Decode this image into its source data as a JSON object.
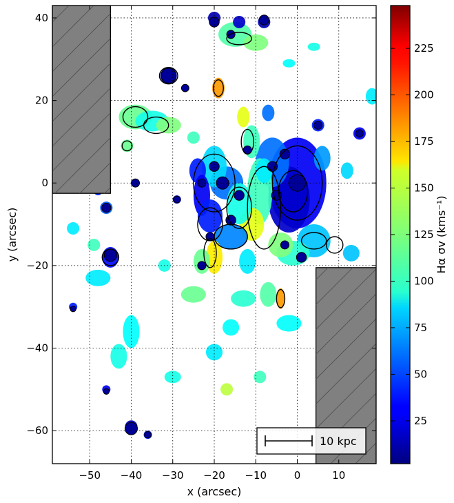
{
  "chart_data": {
    "type": "heatmap",
    "title": "",
    "xlabel": "x (arcsec)",
    "ylabel": "y (arcsec)",
    "xlim": [
      -59,
      19
    ],
    "ylim": [
      -68,
      43
    ],
    "xticks": [
      -50,
      -40,
      -30,
      -20,
      -10,
      0,
      10
    ],
    "yticks": [
      -60,
      -40,
      -20,
      0,
      20,
      40
    ],
    "xtick_labels": [
      "−50",
      "−40",
      "−30",
      "−20",
      "−10",
      "0",
      "10"
    ],
    "ytick_labels": [
      "−60",
      "−40",
      "−20",
      "0",
      "20",
      "40"
    ],
    "grid": true,
    "colorbar": {
      "label": "Hα σv (kms⁻¹)",
      "range": [
        2,
        248
      ],
      "ticks": [
        25,
        50,
        75,
        100,
        125,
        150,
        175,
        200,
        225
      ],
      "colormap": "jet"
    },
    "scale_bar": {
      "label": "10 kpc"
    },
    "masked_regions": [
      {
        "x": [
          -59,
          -45
        ],
        "y": [
          -2.5,
          43
        ]
      },
      {
        "x": [
          4.5,
          19
        ],
        "y": [
          -68,
          -20.5
        ]
      }
    ],
    "emission_blobs": [
      {
        "x": 0,
        "y": 0,
        "rx": 7,
        "ry": 11,
        "sigma": 30
      },
      {
        "x": -2,
        "y": -4,
        "rx": 5,
        "ry": 8,
        "sigma": 20
      },
      {
        "x": -6,
        "y": 5,
        "rx": 4,
        "ry": 6,
        "sigma": 60
      },
      {
        "x": -9,
        "y": -2,
        "rx": 3,
        "ry": 8,
        "sigma": 110
      },
      {
        "x": -11,
        "y": -10,
        "rx": 3,
        "ry": 4,
        "sigma": 150
      },
      {
        "x": -8,
        "y": 3,
        "rx": 2,
        "ry": 3,
        "sigma": 90
      },
      {
        "x": 4,
        "y": -14,
        "rx": 4,
        "ry": 4,
        "sigma": 80
      },
      {
        "x": 6,
        "y": 6,
        "rx": 2,
        "ry": 3,
        "sigma": 70
      },
      {
        "x": -1,
        "y": -17,
        "rx": 4,
        "ry": 3,
        "sigma": 105
      },
      {
        "x": -4,
        "y": -15,
        "rx": 3,
        "ry": 3,
        "sigma": 125
      },
      {
        "x": -17,
        "y": 0,
        "rx": 4,
        "ry": 4,
        "sigma": 60
      },
      {
        "x": -20,
        "y": 4,
        "rx": 3,
        "ry": 5,
        "sigma": 85
      },
      {
        "x": -24,
        "y": 3,
        "rx": 2,
        "ry": 3,
        "sigma": 40
      },
      {
        "x": -23,
        "y": -3,
        "rx": 2,
        "ry": 5,
        "sigma": 30
      },
      {
        "x": -21,
        "y": -8,
        "rx": 3,
        "ry": 4,
        "sigma": 40
      },
      {
        "x": -14,
        "y": -5,
        "rx": 3,
        "ry": 5,
        "sigma": 100
      },
      {
        "x": -16,
        "y": -13,
        "rx": 4,
        "ry": 3,
        "sigma": 65
      },
      {
        "x": -20,
        "y": -18,
        "rx": 2,
        "ry": 4,
        "sigma": 160
      },
      {
        "x": -23,
        "y": -19,
        "rx": 2,
        "ry": 3,
        "sigma": 120
      },
      {
        "x": -12,
        "y": -19,
        "rx": 2,
        "ry": 3,
        "sigma": 90
      },
      {
        "x": -19,
        "y": 23,
        "rx": 1.5,
        "ry": 2.5,
        "sigma": 180
      },
      {
        "x": -13,
        "y": 16,
        "rx": 1.5,
        "ry": 2.5,
        "sigma": 150
      },
      {
        "x": -11,
        "y": 10,
        "rx": 2,
        "ry": 4,
        "sigma": 110
      },
      {
        "x": -7,
        "y": 17,
        "rx": 1.5,
        "ry": 2,
        "sigma": 60
      },
      {
        "x": -15,
        "y": 36,
        "rx": 4,
        "ry": 3,
        "sigma": 115
      },
      {
        "x": -10,
        "y": 34,
        "rx": 3,
        "ry": 2,
        "sigma": 125
      },
      {
        "x": -39,
        "y": 16,
        "rx": 4,
        "ry": 3,
        "sigma": 120
      },
      {
        "x": -35,
        "y": 15,
        "rx": 4,
        "ry": 2.5,
        "sigma": 100
      },
      {
        "x": -31,
        "y": 14,
        "rx": 3,
        "ry": 2,
        "sigma": 125
      },
      {
        "x": -41,
        "y": 9,
        "rx": 1.5,
        "ry": 1.5,
        "sigma": 120
      },
      {
        "x": -31,
        "y": 26,
        "rx": 2,
        "ry": 2,
        "sigma": 15
      },
      {
        "x": -39,
        "y": 0,
        "rx": 1,
        "ry": 1,
        "sigma": 15
      },
      {
        "x": -46,
        "y": -6,
        "rx": 1.5,
        "ry": 1.5,
        "sigma": 55
      },
      {
        "x": -48,
        "y": -2,
        "rx": 1,
        "ry": 1,
        "sigma": 40
      },
      {
        "x": -45,
        "y": -18,
        "rx": 2,
        "ry": 2.5,
        "sigma": 35
      },
      {
        "x": -48,
        "y": -23,
        "rx": 3,
        "ry": 2,
        "sigma": 90
      },
      {
        "x": -40,
        "y": -36,
        "rx": 2,
        "ry": 4,
        "sigma": 95
      },
      {
        "x": -43,
        "y": -42,
        "rx": 2,
        "ry": 3,
        "sigma": 100
      },
      {
        "x": -29,
        "y": -4,
        "rx": 1,
        "ry": 1,
        "sigma": 20
      },
      {
        "x": -4,
        "y": -28,
        "rx": 1,
        "ry": 2.5,
        "sigma": 180
      },
      {
        "x": -7,
        "y": -27,
        "rx": 2,
        "ry": 3,
        "sigma": 115
      },
      {
        "x": -2,
        "y": -34,
        "rx": 3,
        "ry": 2,
        "sigma": 95
      },
      {
        "x": -25,
        "y": -27,
        "rx": 3,
        "ry": 2,
        "sigma": 120
      },
      {
        "x": -13,
        "y": -28,
        "rx": 3,
        "ry": 2,
        "sigma": 105
      },
      {
        "x": -16,
        "y": -35,
        "rx": 2,
        "ry": 2,
        "sigma": 95
      },
      {
        "x": -20,
        "y": -41,
        "rx": 2,
        "ry": 2,
        "sigma": 90
      },
      {
        "x": -17,
        "y": -50,
        "rx": 1.5,
        "ry": 1.5,
        "sigma": 140
      },
      {
        "x": -9,
        "y": -47,
        "rx": 1.5,
        "ry": 1.5,
        "sigma": 110
      },
      {
        "x": -30,
        "y": -47,
        "rx": 2,
        "ry": 1.5,
        "sigma": 100
      },
      {
        "x": -40,
        "y": -59,
        "rx": 1.5,
        "ry": 1.5,
        "sigma": 15
      },
      {
        "x": -46,
        "y": -50,
        "rx": 1,
        "ry": 1,
        "sigma": 30
      },
      {
        "x": -54,
        "y": -30,
        "rx": 1,
        "ry": 1,
        "sigma": 40
      },
      {
        "x": -36,
        "y": -61,
        "rx": 1,
        "ry": 1,
        "sigma": 40
      },
      {
        "x": -20,
        "y": 40,
        "rx": 1.5,
        "ry": 1.5,
        "sigma": 15
      },
      {
        "x": -8,
        "y": 39,
        "rx": 1.5,
        "ry": 1.5,
        "sigma": 15
      },
      {
        "x": -14,
        "y": 39,
        "rx": 1.5,
        "ry": 1.5,
        "sigma": 20
      },
      {
        "x": 5,
        "y": 14,
        "rx": 1.5,
        "ry": 1.5,
        "sigma": 40
      },
      {
        "x": 15,
        "y": 12,
        "rx": 1.5,
        "ry": 1.5,
        "sigma": 30
      },
      {
        "x": 18,
        "y": 21,
        "rx": 1.5,
        "ry": 2,
        "sigma": 90
      },
      {
        "x": 10,
        "y": -24,
        "rx": 2,
        "ry": 2,
        "sigma": 95
      },
      {
        "x": 13,
        "y": -17,
        "rx": 2,
        "ry": 2,
        "sigma": 80
      },
      {
        "x": -54,
        "y": -11,
        "rx": 1.5,
        "ry": 1.5,
        "sigma": 90
      },
      {
        "x": -49,
        "y": -15,
        "rx": 1.5,
        "ry": 1.5,
        "sigma": 110
      },
      {
        "x": -32,
        "y": -20,
        "rx": 1.5,
        "ry": 1.5,
        "sigma": 100
      },
      {
        "x": -25,
        "y": 11,
        "rx": 1.5,
        "ry": 1.5,
        "sigma": 110
      },
      {
        "x": 12,
        "y": 3,
        "rx": 1.5,
        "ry": 2,
        "sigma": 85
      },
      {
        "x": -2,
        "y": 29,
        "rx": 1.5,
        "ry": 1,
        "sigma": 95
      },
      {
        "x": 4,
        "y": 33,
        "rx": 1.5,
        "ry": 1,
        "sigma": 100
      }
    ],
    "dark_cores": [
      {
        "x": -31,
        "y": 26,
        "r": 1.8
      },
      {
        "x": -27,
        "y": 23,
        "r": 0.9
      },
      {
        "x": -20,
        "y": 39,
        "r": 1.2
      },
      {
        "x": -8,
        "y": 39.5,
        "r": 1.2
      },
      {
        "x": -16,
        "y": 36,
        "r": 1
      },
      {
        "x": -39,
        "y": 0,
        "r": 1
      },
      {
        "x": -40,
        "y": -59.5,
        "r": 1.5
      },
      {
        "x": -46,
        "y": -6,
        "r": 1.1
      },
      {
        "x": -45,
        "y": -17.5,
        "r": 1.5
      },
      {
        "x": -23,
        "y": -20,
        "r": 1
      },
      {
        "x": -18,
        "y": 0,
        "r": 1.5
      },
      {
        "x": -20,
        "y": 4,
        "r": 1.2
      },
      {
        "x": -23,
        "y": 0,
        "r": 1
      },
      {
        "x": -14,
        "y": -3,
        "r": 1.2
      },
      {
        "x": -16,
        "y": -9,
        "r": 1.2
      },
      {
        "x": 0,
        "y": 0,
        "r": 2
      },
      {
        "x": -3,
        "y": 7,
        "r": 1.2
      },
      {
        "x": -5,
        "y": -3,
        "r": 1.2
      },
      {
        "x": 1,
        "y": -18,
        "r": 1.2
      },
      {
        "x": -3,
        "y": -15,
        "r": 1
      },
      {
        "x": 5,
        "y": 14,
        "r": 1
      },
      {
        "x": 15,
        "y": 12,
        "r": 0.9
      },
      {
        "x": -29,
        "y": -4,
        "r": 0.8
      },
      {
        "x": -54,
        "y": -30.5,
        "r": 0.7
      },
      {
        "x": -46,
        "y": -50.5,
        "r": 0.7
      },
      {
        "x": -36,
        "y": -61,
        "r": 0.8
      },
      {
        "x": -21,
        "y": -13,
        "r": 1
      },
      {
        "x": -12,
        "y": 8,
        "r": 1
      },
      {
        "x": -6,
        "y": 4,
        "r": 1.2
      }
    ],
    "contours": [
      {
        "x": 0,
        "y": 0,
        "rx": 6,
        "ry": 9
      },
      {
        "x": -1,
        "y": -2,
        "rx": 3.5,
        "ry": 5
      },
      {
        "x": -8,
        "y": -6,
        "rx": 4,
        "ry": 10
      },
      {
        "x": -20,
        "y": 0,
        "rx": 5,
        "ry": 7
      },
      {
        "x": -14,
        "y": -6,
        "rx": 3,
        "ry": 5
      },
      {
        "x": -16,
        "y": -13,
        "rx": 4,
        "ry": 3
      },
      {
        "x": -21,
        "y": -10,
        "rx": 3,
        "ry": 4
      },
      {
        "x": -21,
        "y": -17,
        "rx": 1.5,
        "ry": 3.5
      },
      {
        "x": -39,
        "y": 16,
        "rx": 3,
        "ry": 2.5
      },
      {
        "x": -34,
        "y": 14,
        "rx": 3,
        "ry": 2
      },
      {
        "x": -31,
        "y": 26,
        "rx": 2.2,
        "ry": 2
      },
      {
        "x": -19,
        "y": 23,
        "rx": 1.2,
        "ry": 2
      },
      {
        "x": -14,
        "y": 35,
        "rx": 3,
        "ry": 1.5
      },
      {
        "x": -45,
        "y": -18,
        "rx": 2,
        "ry": 2
      },
      {
        "x": -4,
        "y": -28,
        "rx": 1,
        "ry": 2.2
      },
      {
        "x": -12,
        "y": 10,
        "rx": 1.5,
        "ry": 3
      },
      {
        "x": 4,
        "y": -14,
        "rx": 3,
        "ry": 2
      },
      {
        "x": 9,
        "y": -15,
        "rx": 2,
        "ry": 2
      },
      {
        "x": -41,
        "y": 9,
        "rx": 1.2,
        "ry": 1.2
      }
    ]
  }
}
